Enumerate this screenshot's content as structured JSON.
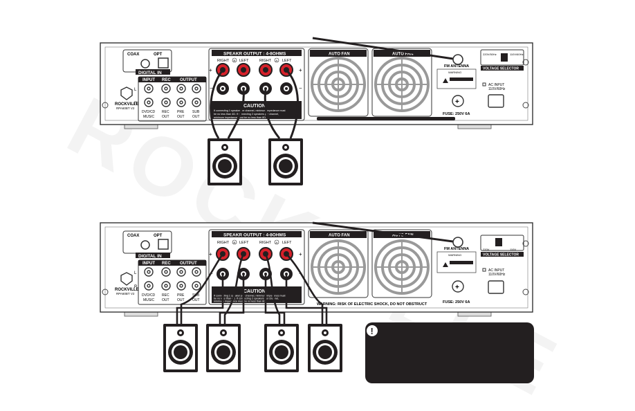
{
  "watermark": "ROCKVILLE",
  "panels": [
    {
      "digital_in_label": "DIGITAL IN",
      "coax_label": "COAX",
      "opt_label": "OPT",
      "input_label": "INPUT",
      "rec_label": "REC",
      "output_label": "OUTPUT",
      "l_label": "L",
      "r_label": "R",
      "dvd_label": "DVD/CD",
      "music_label": "MUSIC",
      "rec_out1": "REC",
      "rec_out2": "OUT",
      "pre_label1": "PRE",
      "pre_label2": "OUT",
      "sub_label1": "SUB",
      "sub_label2": "OUT",
      "brand": "ROCKVILLE",
      "model": "RPA60BT V2",
      "speaker_output_title": "SPEAKR OUTPUT : 4-8OHMS",
      "right_b": "RIGHT",
      "left_b": "LEFT",
      "right_a": "RIGHT",
      "left_a": "LEFT",
      "b_mark": "B",
      "a_mark": "A",
      "caution_title": "CAUTION",
      "caution_text_1": "If connecting 1 speaker per channel, minimum impedance must",
      "caution_text_2": "be no less than 4Ω. If connecting 2 speakers per channel,",
      "caution_text_3": "minimum impedance must be no less than 8Ω.",
      "auto_fan_1": "AUTO FAN",
      "auto_fan_2": "AUTO FAN",
      "fm_antenna": "FM ANTENNA",
      "warning_label": "WARNING",
      "voltage_220": "220V/50Hz",
      "voltage_110": "110V/60Hz",
      "voltage_selector": "VOLTAGE SELECTOR",
      "ac_input_1": "AC INPUT",
      "ac_input_2": "110V/60Hz",
      "fuse": "FUSE: 250V 6A",
      "bottom_warning": ""
    },
    {
      "digital_in_label": "DIGITAL IN",
      "coax_label": "COAX",
      "opt_label": "OPT",
      "input_label": "INPUT",
      "rec_label": "REC",
      "output_label": "OUTPUT",
      "l_label": "L",
      "r_label": "R",
      "dvd_label": "DVD/CD",
      "music_label": "MUSIC",
      "rec_out1": "REC",
      "rec_out2": "OUT",
      "pre_label1": "PRE",
      "pre_label2": "OUT",
      "sub_label1": "SUB",
      "sub_label2": "OUT",
      "brand": "ROCKVILLE",
      "model": "RPA60BT V2",
      "speaker_output_title": "SPEAKR OUTPUT : 4-8OHMS",
      "right_b": "RIGHT",
      "left_b": "LEFT",
      "right_a": "RIGHT",
      "left_a": "LEFT",
      "b_mark": "B",
      "a_mark": "A",
      "caution_title": "CAUTION",
      "caution_text_1": "If connecting 1 speaker per channel, minimum impedance must",
      "caution_text_2": "be no less than 4Ω. If connecting 2 speakers per channel,",
      "caution_text_3": "minimum impedance must be no less than 8Ω.",
      "auto_fan_1": "AUTO FAN",
      "auto_fan_2": "AUTO FAN",
      "fm_antenna": "FM ANTENNA",
      "warning_label": "WARNING",
      "voltage_220": "220V",
      "voltage_110": "110V",
      "voltage_selector": "VOLTAGE SELECTOR",
      "ac_input_1": "AC INPUT",
      "ac_input_2": "110V/60Hz",
      "fuse": "FUSE: 250V 6A",
      "bottom_warning": "WARNING: RISK OF ELECTRIC SHOCK, DO NOT OBSTRUCT"
    }
  ],
  "note_icon": "exclamation-icon",
  "colors": {
    "panel_dark": "#231f20",
    "binding_red": "#d6202a",
    "note_bg": "#231f20"
  }
}
